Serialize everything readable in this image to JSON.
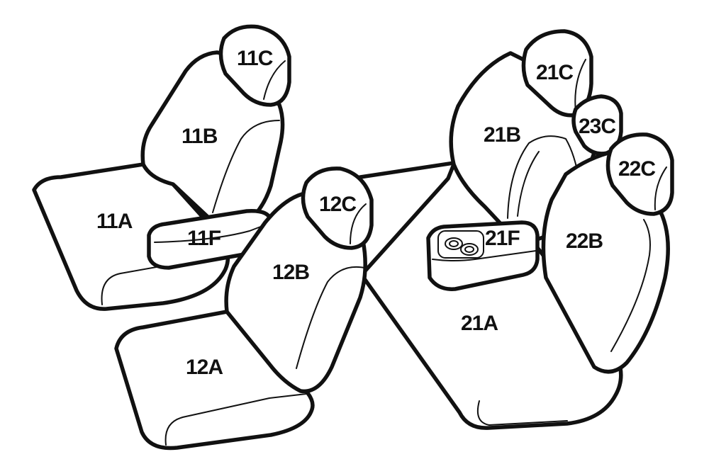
{
  "labels": {
    "s11a": "11A",
    "s11b": "11B",
    "s11c": "11C",
    "s11f": "11F",
    "s12a": "12A",
    "s12b": "12B",
    "s12c": "12C",
    "s21a": "21A",
    "s21b": "21B",
    "s21c": "21C",
    "s21f": "21F",
    "s22b": "22B",
    "s22c": "22C",
    "s23c": "23C"
  },
  "colors": {
    "stroke": "#111111",
    "fill": "#ffffff"
  }
}
